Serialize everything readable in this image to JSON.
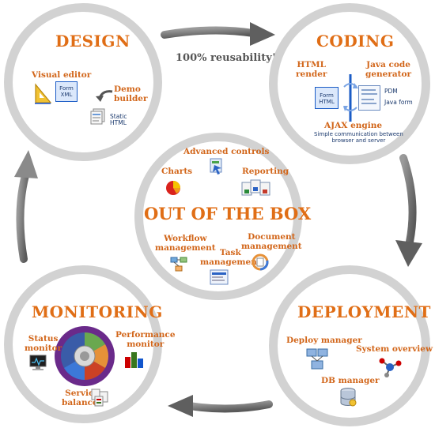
{
  "reusability": "100% reusability!",
  "design": {
    "title": "DESIGN",
    "visual_editor": "Visual editor",
    "form_xml": [
      "Form",
      "XML"
    ],
    "demo_builder": [
      "Demo",
      "builder"
    ],
    "static_html": [
      "Static",
      "HTML"
    ]
  },
  "coding": {
    "title": "CODING",
    "html_render": [
      "HTML",
      "render"
    ],
    "java_code_generator": [
      "Java code",
      "generator"
    ],
    "form_html": [
      "Form",
      "HTML"
    ],
    "pdm": "PDM",
    "java_form": "Java form",
    "ajax_engine": "AJAX engine",
    "ajax_desc": [
      "Simple communication between",
      "browser and server"
    ]
  },
  "out_of_the_box": {
    "title": "OUT OF THE BOX",
    "advanced_controls": "Advanced controls",
    "charts": "Charts",
    "reporting": "Reporting",
    "workflow_management": [
      "Workflow",
      "management"
    ],
    "task_management": [
      "Task",
      "management"
    ],
    "document_management": [
      "Document",
      "management"
    ]
  },
  "monitoring": {
    "title": "MONITORING",
    "status_monitor": [
      "Status",
      "monitor"
    ],
    "performance_monitor": [
      "Performance",
      "monitor"
    ],
    "service_balancer": [
      "Service",
      "balancer"
    ]
  },
  "deployment": {
    "title": "DEPLOYMENT",
    "deploy_manager": "Deploy manager",
    "system_overview": "System overview",
    "db_manager": "DB manager"
  },
  "colors": {
    "accent": "#e06e16",
    "ring": "#d2d2d2",
    "arrow": "#6b6b6b",
    "blue": "#1b5cc6"
  }
}
